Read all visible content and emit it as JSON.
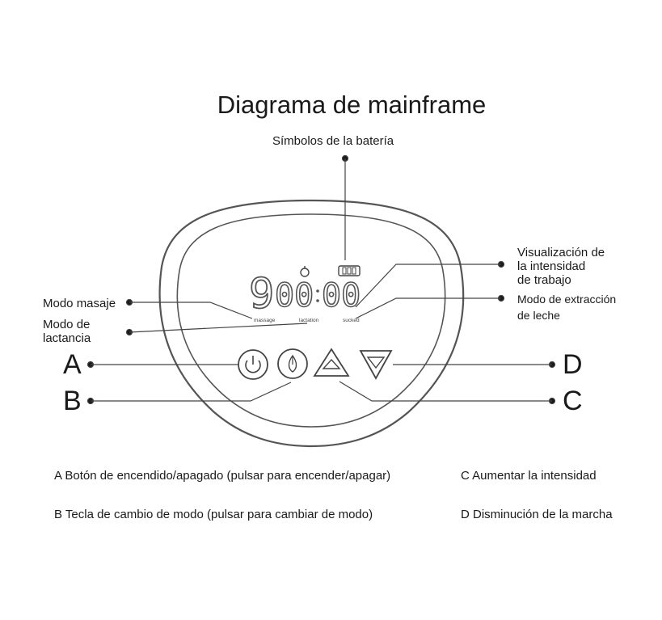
{
  "title": "Diagrama de mainframe",
  "callouts": {
    "battery": "Símbolos de la batería",
    "intensity_1": "Visualización de",
    "intensity_2": "la intensidad",
    "intensity_3": "de trabajo",
    "extraction_1": "Modo de extracción",
    "extraction_2": "de leche",
    "massage": "Modo masaje",
    "lactation_1": "Modo de",
    "lactation_2": "lactancia"
  },
  "display": {
    "digits_left": "9",
    "digits_mid": "00",
    "digits_right": "00",
    "mode_massage": "massage",
    "mode_lactation": "lactation",
    "mode_sucked": "sucked"
  },
  "buttons": {
    "a": "A",
    "b": "B",
    "c": "C",
    "d": "D"
  },
  "legend": {
    "a": "A Botón de encendido/apagado (pulsar para encender/apagar)",
    "b": "B Tecla de cambio de modo (pulsar para cambiar de modo)",
    "c": "C Aumentar la intensidad",
    "d": "D Disminución de la marcha"
  }
}
